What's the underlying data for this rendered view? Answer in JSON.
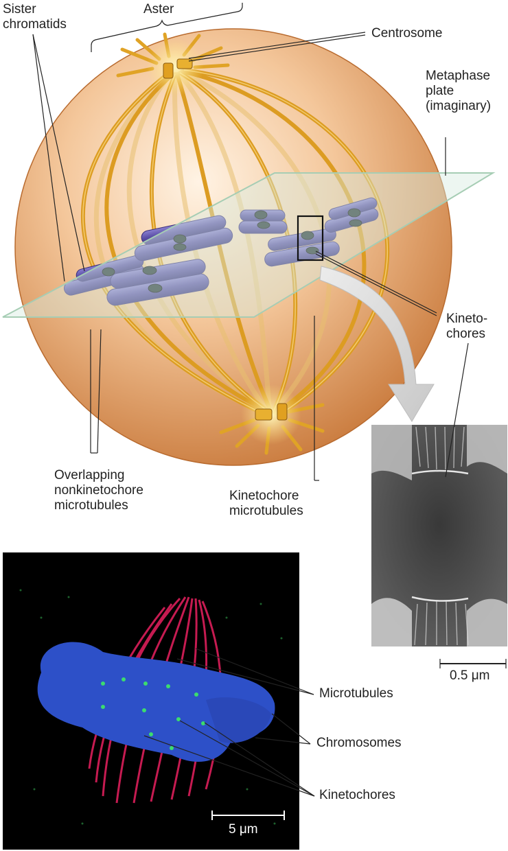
{
  "labels": {
    "aster": "Aster",
    "sister_chromatids": "Sister\nchromatids",
    "centrosome": "Centrosome",
    "metaphase_plate": "Metaphase\nplate\n(imaginary)",
    "kinetochores_top": "Kineto-\nchores",
    "overlapping": "Overlapping\nnonkinetochore\nmicrotubules",
    "kinetochore_microtubules": "Kinetochore\nmicrotubules",
    "scale_em": "0.5 μm",
    "microtubules": "Microtubules",
    "chromosomes": "Chromosomes",
    "kinetochores_bottom": "Kinetochores",
    "scale_fluor": "5 μm"
  },
  "colors": {
    "cell_light": "#f8d9b8",
    "cell_dark": "#d0823f",
    "microtubule": "#e0a326",
    "chromosome": "#5c4fa8",
    "kinetochore": "#1f2e2e",
    "plate": "#cfe8d8",
    "fluor_bg": "#000000",
    "fluor_chrom": "#2d50c8",
    "fluor_mt": "#dc1e5a",
    "fluor_kin": "#3cdc6e"
  }
}
